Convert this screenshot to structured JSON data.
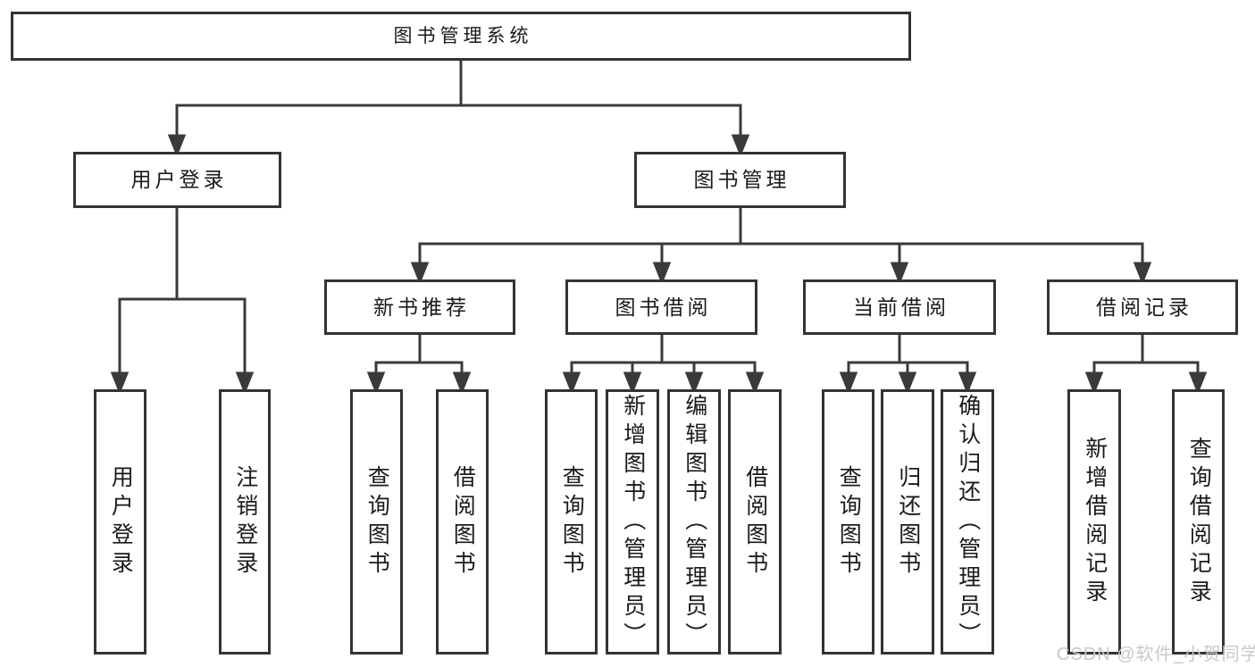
{
  "diagram": {
    "type": "hierarchy-tree",
    "colors": {
      "background": "#ffffff",
      "box_border": "#333333",
      "connector_line": "#3a3a3a",
      "text": "#1a1a1a",
      "watermark": "#c9c9c9"
    },
    "tree": {
      "label": "图书管理系统",
      "children": [
        {
          "label": "用户登录",
          "children": [
            {
              "label": "用户登录"
            },
            {
              "label": "注销登录"
            }
          ]
        },
        {
          "label": "图书管理",
          "children": [
            {
              "label": "新书推荐",
              "children": [
                {
                  "label": "查询图书"
                },
                {
                  "label": "借阅图书"
                }
              ]
            },
            {
              "label": "图书借阅",
              "children": [
                {
                  "label": "查询图书"
                },
                {
                  "label": "新增图书（管理员）"
                },
                {
                  "label": "编辑图书（管理员）"
                },
                {
                  "label": "借阅图书"
                }
              ]
            },
            {
              "label": "当前借阅",
              "children": [
                {
                  "label": "查询图书"
                },
                {
                  "label": "归还图书"
                },
                {
                  "label": "确认归还（管理员）"
                }
              ]
            },
            {
              "label": "借阅记录",
              "children": [
                {
                  "label": "新增借阅记录"
                },
                {
                  "label": "查询借阅记录"
                }
              ]
            }
          ]
        }
      ]
    },
    "watermark": {
      "text": "CSDN @软件_小贺同学"
    }
  }
}
